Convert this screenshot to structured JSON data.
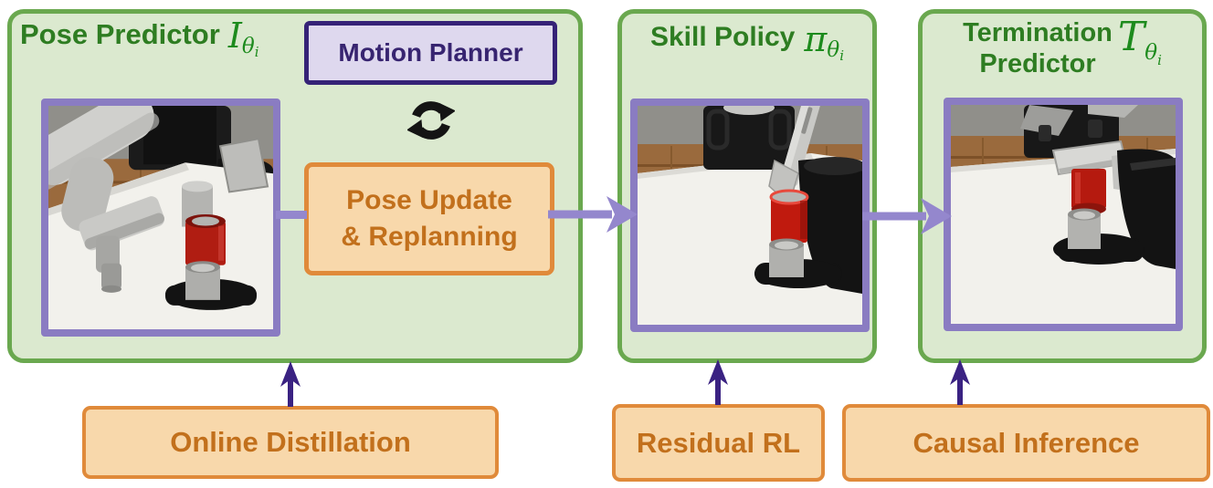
{
  "colors": {
    "panel-fill": "#dbe9cf",
    "panel-border": "#6aa84f",
    "title-green": "#2e7d22",
    "math-green": "#1d8b1d",
    "mp-border": "#352277",
    "mp-fill": "#ded8ee",
    "mp-text": "#372470",
    "orange-border": "#e08a3a",
    "orange-fill": "#f8d8ab",
    "orange-text": "#c2701c",
    "connector": "#9487cd",
    "uparrow": "#3a2282",
    "img-border": "#8a7cc2",
    "icon-black": "#141414"
  },
  "panels": [
    {
      "title": "Pose Predictor",
      "math": {
        "main": "I",
        "sub": "θ",
        "subsub": "i"
      }
    },
    {
      "title": "Skill Policy",
      "math": {
        "main": "π",
        "sub": "θ",
        "subsub": "i"
      }
    },
    {
      "title_line1": "Termination",
      "title_line2": "Predictor",
      "math": {
        "main": "T",
        "sub": "θ",
        "subsub": "i"
      }
    }
  ],
  "motion_planner": {
    "label": "Motion Planner"
  },
  "refresh_icon": {
    "name": "refresh-cycle-icon"
  },
  "pose_update": {
    "line1": "Pose Update",
    "line2": "& Replanning"
  },
  "bottom_boxes": [
    {
      "label": "Online Distillation"
    },
    {
      "label": "Residual RL"
    },
    {
      "label": "Causal Inference"
    }
  ]
}
